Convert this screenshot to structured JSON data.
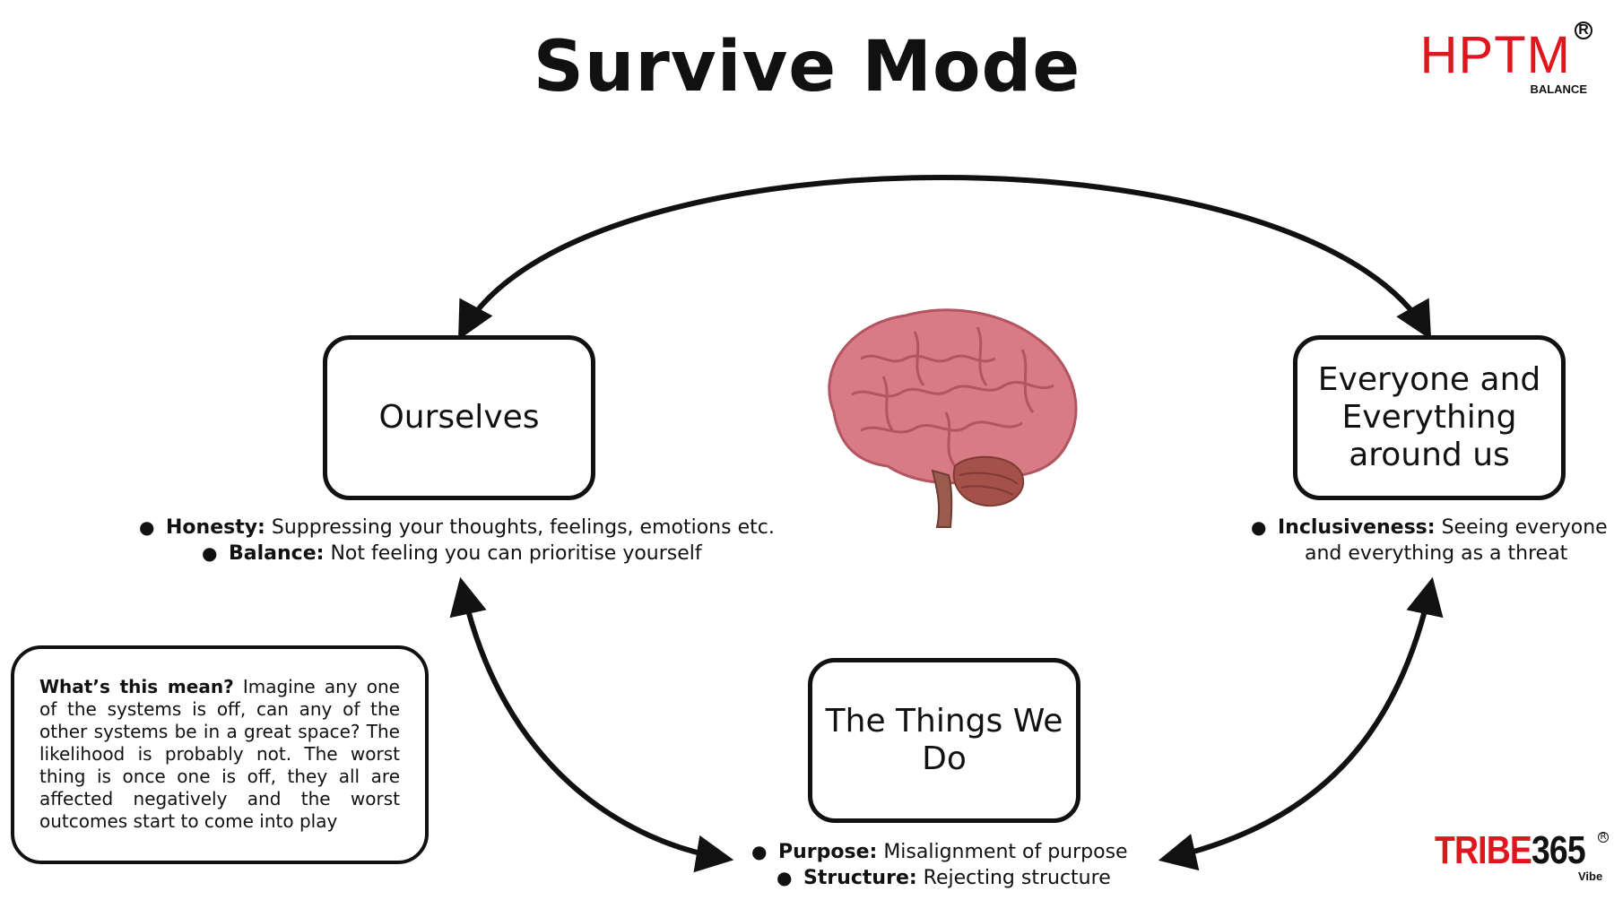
{
  "title": "Survive Mode",
  "logo_top": {
    "text": "HPTM",
    "registered": "R",
    "subtitle": "BALANCE",
    "color": "#e0161f"
  },
  "logo_bottom": {
    "text_red": "TRIBE",
    "text_dark": "365",
    "registered": "R",
    "subtitle": "Vibe",
    "color": "#e0161f"
  },
  "nodes": {
    "ourselves": "Ourselves",
    "everyone": "Everyone and Everything around us",
    "things": "The Things We Do"
  },
  "bullets": {
    "ourselves": [
      {
        "term": "Honesty:",
        "text": "Suppressing your thoughts, feelings, emotions etc."
      },
      {
        "term": "Balance:",
        "text": "Not feeling you can prioritise yourself"
      }
    ],
    "everyone": [
      {
        "term": "Inclusiveness:",
        "text": "Seeing everyone",
        "continuation": "and everything as a threat"
      }
    ],
    "things": [
      {
        "term": "Purpose:",
        "text": "Misalignment of purpose"
      },
      {
        "term": "Structure:",
        "text": "Rejecting structure"
      }
    ]
  },
  "note": {
    "heading": "What’s this mean?",
    "body": "Imagine any one of the systems is off, can any of the other systems be in a great space? The likelihood is probably not. The worst thing is once one is off, they all are affected negatively and the worst outcomes start to come into play"
  },
  "icons": {
    "center": "brain-illustration",
    "bullet": "bullet-dot"
  },
  "colors": {
    "brain": "#d97b84",
    "brain_dark": "#b25561",
    "cerebellum": "#a4514a",
    "arrow": "#111111"
  }
}
